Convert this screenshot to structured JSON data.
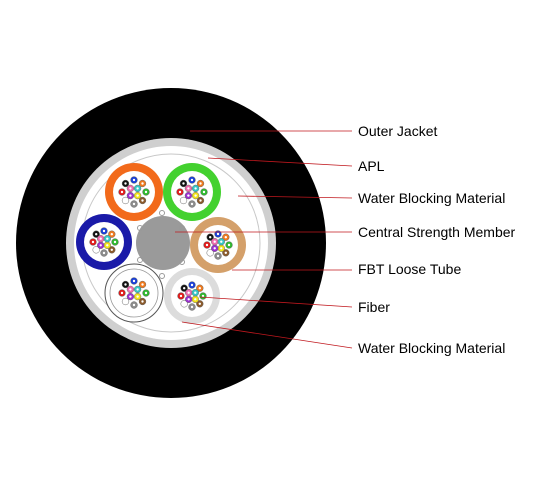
{
  "labels": [
    {
      "key": "outer_jacket",
      "text": "Outer Jacket"
    },
    {
      "key": "apl",
      "text": "APL"
    },
    {
      "key": "water_blocking_1",
      "text": "Water Blocking Material"
    },
    {
      "key": "central_strength_member",
      "text": "Central Strength Member"
    },
    {
      "key": "fbt_loose_tube",
      "text": "FBT Loose Tube"
    },
    {
      "key": "fiber",
      "text": "Fiber"
    },
    {
      "key": "water_blocking_2",
      "text": "Water Blocking Material"
    }
  ],
  "colors": {
    "outer_jacket": "#000000",
    "apl": "#cfcfcf",
    "water_blocking": "#ffffff",
    "central_strength_member": "#9a9a9a",
    "leader_line": "#c0181e",
    "tube_orange": "#f26a1b",
    "tube_green": "#43d12f",
    "tube_blue": "#1a1aa8",
    "tube_tan": "#d4a06a",
    "tube_white": "#ffffff",
    "tube_light_grey": "#dcdcdc",
    "fiber_colors": [
      "#1a3fd6",
      "#f07a1e",
      "#2fb82f",
      "#8b5a2b",
      "#8c8c8c",
      "#ffffff",
      "#e01b1b",
      "#111111",
      "#f2e21a",
      "#9b2fd0",
      "#f06bb0",
      "#35c6c6"
    ]
  }
}
